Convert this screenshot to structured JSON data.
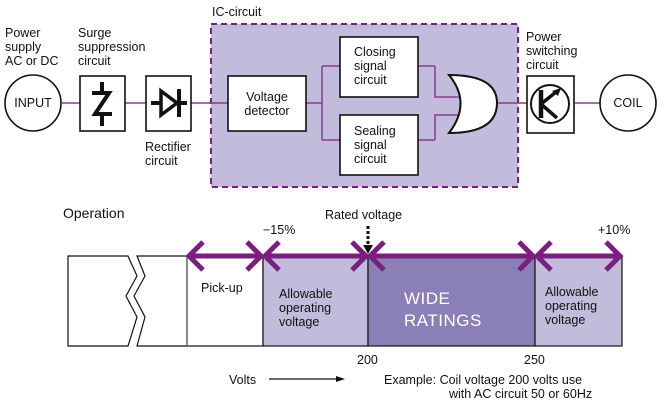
{
  "colors": {
    "accent": "#7a1f7f",
    "wire": "#8a3a8f",
    "ic_fill": "#c3bbdb",
    "allowable_fill": "#c3bbdb",
    "wide_fill": "#8a7fb6",
    "wide_text": "#ffffff"
  },
  "block_diagram": {
    "input": {
      "circle_label": "INPUT",
      "caption": [
        "Power",
        "supply",
        "AC or DC"
      ]
    },
    "surge": {
      "caption": [
        "Surge",
        "suppression",
        "circuit"
      ],
      "icon": "zener-diode-icon"
    },
    "rectifier": {
      "caption": [
        "Rectifier",
        "circuit"
      ],
      "icon": "diode-icon"
    },
    "ic_circuit": {
      "title": "IC-circuit",
      "voltage_detector": [
        "Voltage",
        "detector"
      ],
      "closing": [
        "Closing",
        "signal",
        "circuit"
      ],
      "sealing": [
        "Sealing",
        "signal",
        "circuit"
      ],
      "gate": "or-gate-icon"
    },
    "power_switching": {
      "caption": [
        "Power",
        "switching",
        "circuit"
      ],
      "icon": "transistor-icon"
    },
    "coil": {
      "circle_label": "COIL"
    }
  },
  "operation": {
    "title": "Operation",
    "rated_voltage_label": "Rated voltage",
    "minus_label": "−15%",
    "plus_label": "+10%",
    "segments": {
      "pickup": "Pick-up",
      "allowable_low": [
        "Allowable",
        "operating",
        "voltage"
      ],
      "wide": [
        "WIDE",
        "RATINGS"
      ],
      "allowable_high": [
        "Allowable",
        "operating",
        "voltage"
      ]
    },
    "ticks": [
      "200",
      "250"
    ],
    "axis_label": "Volts",
    "example": [
      "Example: Coil voltage 200 volts use",
      "with AC circuit 50 or 60Hz"
    ]
  }
}
